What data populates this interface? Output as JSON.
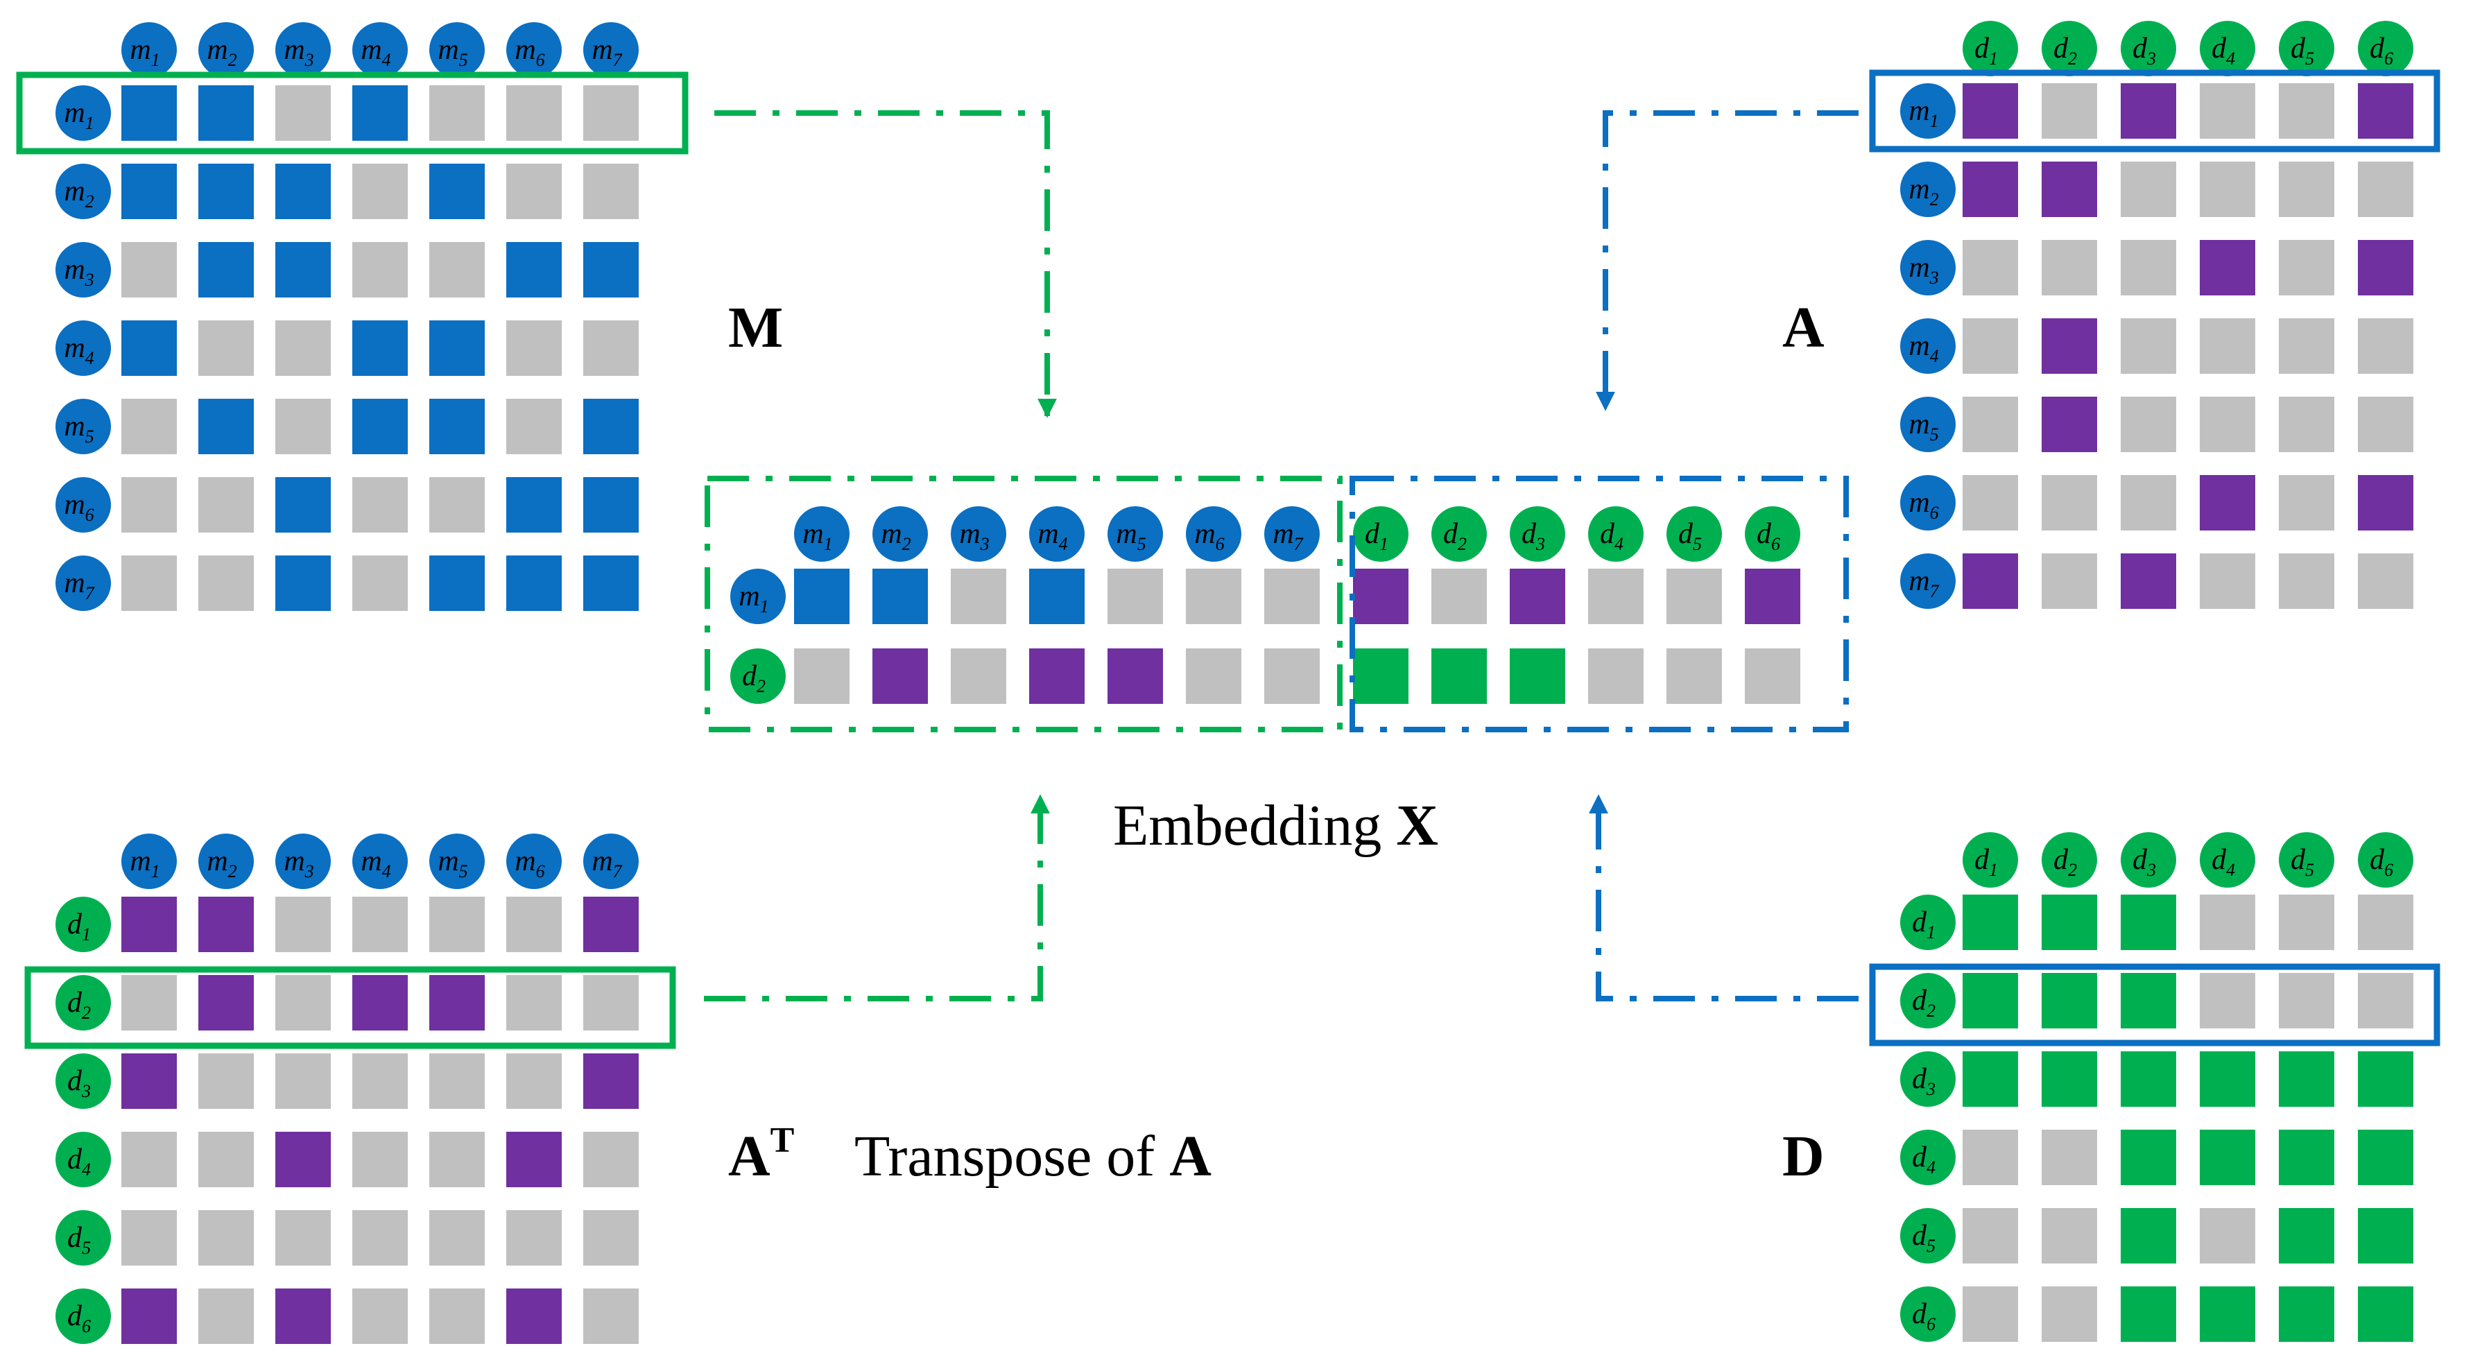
{
  "colors": {
    "m_node": "#0b6fc2",
    "d_node": "#00b050",
    "m_cell": "#0b6fc2",
    "a_cell": "#7030a0",
    "d_cell": "#00b050",
    "empty_cell": "#c0c0c0",
    "green_line": "#00b050",
    "blue_line": "#0b6fc2"
  },
  "m_nodes": [
    {
      "base": "m",
      "sub": "1"
    },
    {
      "base": "m",
      "sub": "2"
    },
    {
      "base": "m",
      "sub": "3"
    },
    {
      "base": "m",
      "sub": "4"
    },
    {
      "base": "m",
      "sub": "5"
    },
    {
      "base": "m",
      "sub": "6"
    },
    {
      "base": "m",
      "sub": "7"
    }
  ],
  "d_nodes": [
    {
      "base": "d",
      "sub": "1"
    },
    {
      "base": "d",
      "sub": "2"
    },
    {
      "base": "d",
      "sub": "3"
    },
    {
      "base": "d",
      "sub": "4"
    },
    {
      "base": "d",
      "sub": "5"
    },
    {
      "base": "d",
      "sub": "6"
    }
  ],
  "labels": {
    "M": "M",
    "A": "A",
    "D": "D",
    "AT_base": "A",
    "AT_sup": "T",
    "transpose_text": "Transpose of ",
    "transpose_bold": "A",
    "embedding_text": "Embedding ",
    "embedding_bold": "X"
  },
  "matrices": {
    "M": [
      [
        1,
        1,
        0,
        1,
        0,
        0,
        0
      ],
      [
        1,
        1,
        1,
        0,
        1,
        0,
        0
      ],
      [
        0,
        1,
        1,
        0,
        0,
        1,
        1
      ],
      [
        1,
        0,
        0,
        1,
        1,
        0,
        0
      ],
      [
        0,
        1,
        0,
        1,
        1,
        0,
        1
      ],
      [
        0,
        0,
        1,
        0,
        0,
        1,
        1
      ],
      [
        0,
        0,
        1,
        0,
        1,
        1,
        1
      ]
    ],
    "A": [
      [
        1,
        0,
        1,
        0,
        0,
        1
      ],
      [
        1,
        1,
        0,
        0,
        0,
        0
      ],
      [
        0,
        0,
        0,
        1,
        0,
        1
      ],
      [
        0,
        1,
        0,
        0,
        0,
        0
      ],
      [
        0,
        1,
        0,
        0,
        0,
        0
      ],
      [
        0,
        0,
        0,
        1,
        0,
        1
      ],
      [
        1,
        0,
        1,
        0,
        0,
        0
      ]
    ],
    "AT": [
      [
        1,
        1,
        0,
        0,
        0,
        0,
        1
      ],
      [
        0,
        1,
        0,
        1,
        1,
        0,
        0
      ],
      [
        1,
        0,
        0,
        0,
        0,
        0,
        1
      ],
      [
        0,
        0,
        1,
        0,
        0,
        1,
        0
      ],
      [
        0,
        0,
        0,
        0,
        0,
        0,
        0
      ],
      [
        1,
        0,
        1,
        0,
        0,
        1,
        0
      ]
    ],
    "D": [
      [
        1,
        1,
        1,
        0,
        0,
        0
      ],
      [
        1,
        1,
        1,
        0,
        0,
        0
      ],
      [
        1,
        1,
        1,
        1,
        1,
        1
      ],
      [
        0,
        0,
        1,
        1,
        1,
        1
      ],
      [
        0,
        0,
        1,
        0,
        1,
        1
      ],
      [
        0,
        0,
        1,
        1,
        1,
        1
      ]
    ]
  },
  "embedding": {
    "row_m1": [
      1,
      1,
      0,
      1,
      0,
      0,
      0,
      1,
      0,
      1,
      0,
      0,
      1
    ],
    "row_d2": [
      0,
      1,
      0,
      1,
      1,
      0,
      0,
      1,
      1,
      1,
      0,
      0,
      0
    ]
  }
}
